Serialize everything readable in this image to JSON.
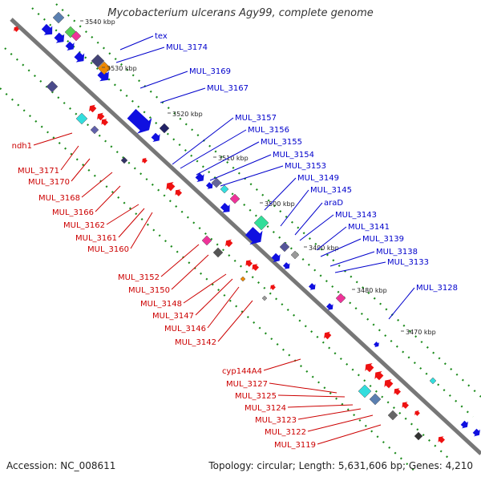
{
  "title": "Mycobacterium ulcerans Agy99, complete genome",
  "accession": "Accession: NC_008611",
  "topology": "Topology: circular; Length: 5,631,606 bp; Genes: 4,210",
  "colors": {
    "blue_gene": "#1010e0",
    "red_gene": "#ee1111",
    "blue_label": "#0000cc",
    "red_label": "#cc0000",
    "backbone": "#777777",
    "dots": "#1a8a1a"
  },
  "ticks": [
    {
      "label": "3540 kbp"
    },
    {
      "label": "3530 kbp"
    },
    {
      "label": "3520 kbp"
    },
    {
      "label": "3510 kbp"
    },
    {
      "label": "3500 kbp"
    },
    {
      "label": "3490 kbp"
    },
    {
      "label": "3480 kbp"
    },
    {
      "label": "3470 kbp"
    }
  ],
  "forward_labels": [
    {
      "label": "tex"
    },
    {
      "label": "MUL_3174"
    },
    {
      "label": "MUL_3169"
    },
    {
      "label": "MUL_3167"
    },
    {
      "label": "MUL_3157"
    },
    {
      "label": "MUL_3156"
    },
    {
      "label": "MUL_3155"
    },
    {
      "label": "MUL_3154"
    },
    {
      "label": "MUL_3153"
    },
    {
      "label": "MUL_3149"
    },
    {
      "label": "MUL_3145"
    },
    {
      "label": "araD"
    },
    {
      "label": "MUL_3143"
    },
    {
      "label": "MUL_3141"
    },
    {
      "label": "MUL_3139"
    },
    {
      "label": "MUL_3138"
    },
    {
      "label": "MUL_3133"
    },
    {
      "label": "MUL_3128"
    }
  ],
  "reverse_labels": [
    {
      "label": "ndh1"
    },
    {
      "label": "MUL_3171"
    },
    {
      "label": "MUL_3170"
    },
    {
      "label": "MUL_3168"
    },
    {
      "label": "MUL_3166"
    },
    {
      "label": "MUL_3162"
    },
    {
      "label": "MUL_3161"
    },
    {
      "label": "MUL_3160"
    },
    {
      "label": "MUL_3152"
    },
    {
      "label": "MUL_3150"
    },
    {
      "label": "MUL_3148"
    },
    {
      "label": "MUL_3147"
    },
    {
      "label": "MUL_3146"
    },
    {
      "label": "MUL_3142"
    },
    {
      "label": "cyp144A4"
    },
    {
      "label": "MUL_3127"
    },
    {
      "label": "MUL_3125"
    },
    {
      "label": "MUL_3124"
    },
    {
      "label": "MUL_3123"
    },
    {
      "label": "MUL_3122"
    },
    {
      "label": "MUL_3119"
    }
  ]
}
